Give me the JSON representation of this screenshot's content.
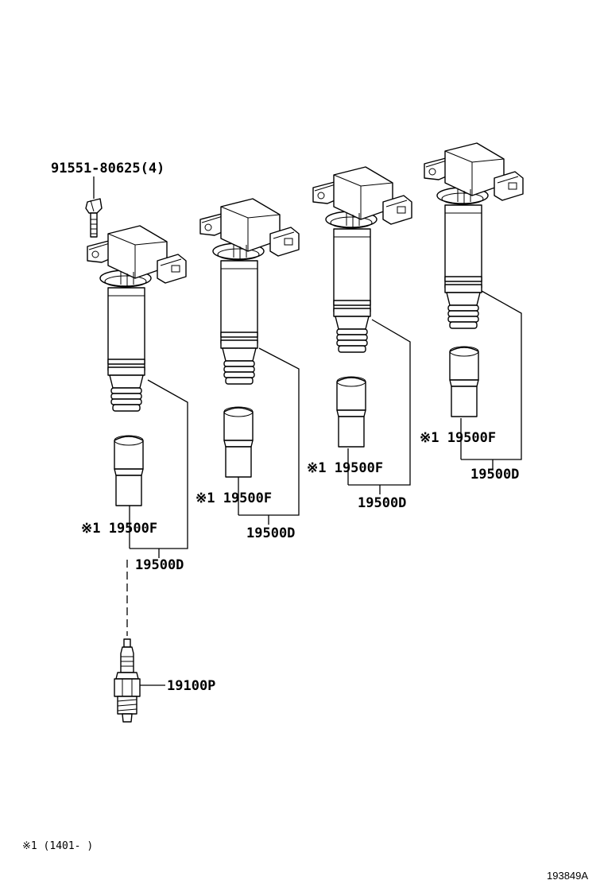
{
  "labels": {
    "bolt": "91551-80625(4)",
    "boot_1": "※1 19500F",
    "boot_2": "※1 19500F",
    "boot_3": "※1 19500F",
    "boot_4": "※1 19500F",
    "coil_1": "19500D",
    "coil_2": "19500D",
    "coil_3": "19500D",
    "coil_4": "19500D",
    "spark_plug": "19100P"
  },
  "footnote": "※1 (1401-     )",
  "figure_id": "193849A"
}
